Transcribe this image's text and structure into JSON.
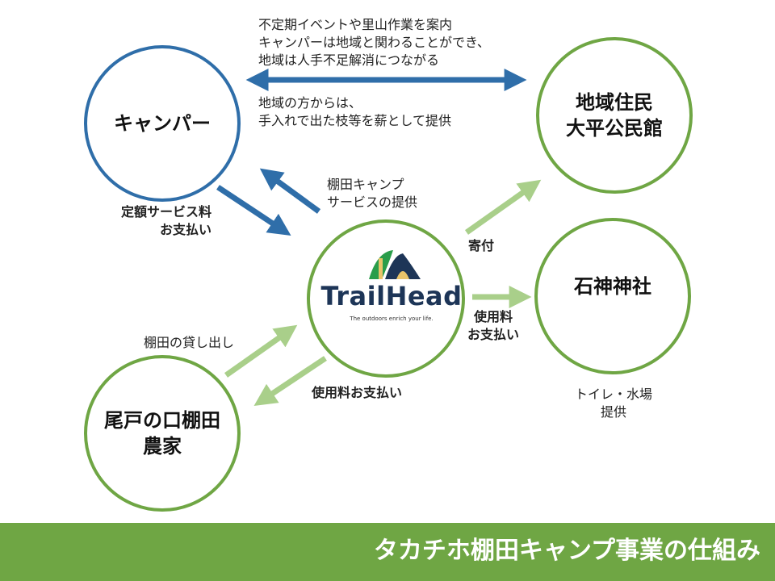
{
  "nodes": {
    "camper": "キャンパー",
    "residents": [
      "地域住民",
      "大平公民館"
    ],
    "shrine": "石神神社",
    "farmer": [
      "尾戸の口棚田",
      "農家"
    ]
  },
  "logo": {
    "name": "TrailHead",
    "tagline": "The outdoors enrich your life."
  },
  "labels": {
    "event_lines": [
      "不定期イベントや里山作業を案内",
      "キャンパーは地域と関わることができ、",
      "地域は人手不足解消につながる"
    ],
    "firewood_lines": [
      "地域の方からは、",
      "手入れで出た枝等を薪として提供"
    ],
    "service_lines": [
      "棚田キャンプ",
      "サービスの提供"
    ],
    "fee_lines": [
      "定額サービス料",
      "お支払い"
    ],
    "donation": "寄付",
    "shrine_fee_lines": [
      "使用料",
      "お支払い"
    ],
    "shrine_provide_lines": [
      "トイレ・水場",
      "提供"
    ],
    "rent": "棚田の貸し出し",
    "farmer_fee": "使用料お支払い"
  },
  "footer": {
    "title": "タカチホ棚田キャンプ事業の仕組み"
  },
  "colors": {
    "blue": "#2f6ea9",
    "green": "#6fa644",
    "light_green": "#a9cf8a"
  }
}
